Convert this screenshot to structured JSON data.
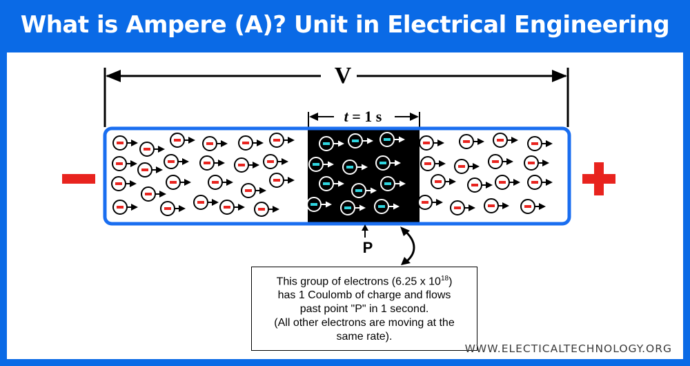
{
  "title": "What is Ampere (A)? Unit in Electrical Engineering",
  "voltage_label": "V",
  "time_label": {
    "var": "t",
    "rest": " = 1 s"
  },
  "point_label": "P",
  "callout": {
    "line1_pre": "This group of electrons (6.25 x 10",
    "line1_exp": "18",
    "line1_post": ")",
    "line2": "has 1 Coulomb of charge and flows",
    "line3": "past point \"P\" in 1 second.",
    "line4": "(All other electrons are moving at the",
    "line5": "same rate)."
  },
  "watermark": "WWW.ELECTICALTECHNOLOGY.ORG",
  "colors": {
    "background": "#0a6ae6",
    "conductor_border": "#1a6ef0",
    "highlight_region": "#000000",
    "electron_sign": "#e8231e",
    "highlight_electron_sign": "#2fd6e0",
    "polarity_sign": "#e8231e"
  },
  "icons": {
    "negative_terminal": "minus-sign",
    "positive_terminal": "plus-sign",
    "electron": "electron-circle-with-arrow"
  }
}
